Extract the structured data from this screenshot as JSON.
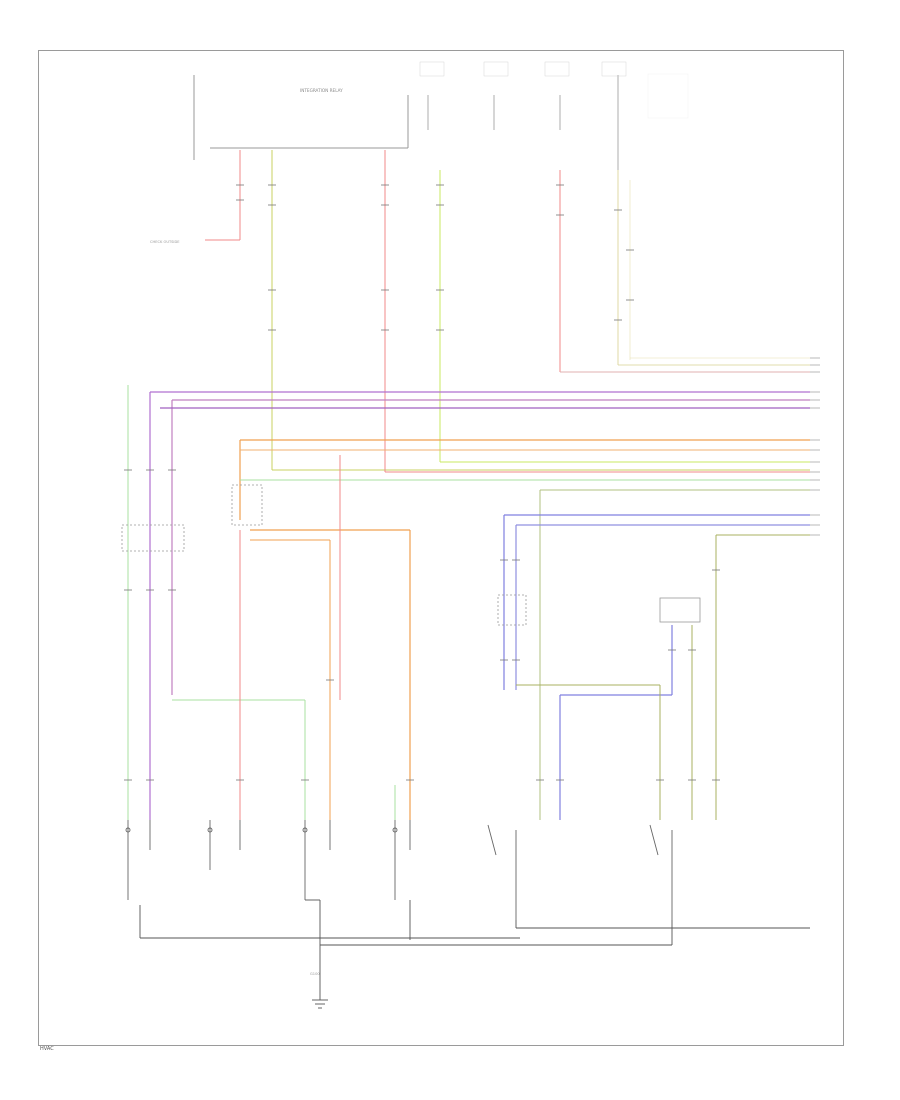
{
  "colors": {
    "red": "#f08a8a",
    "green": "#a8e0a0",
    "yellow_green": "#c8e860",
    "purple": "#b070d0",
    "magenta": "#c080c0",
    "orange": "#f0a050",
    "blue": "#8080e0",
    "olive": "#a8b060",
    "tan": "#e0d090",
    "gray": "#9a9a9a",
    "black": "#333333"
  },
  "labels": {
    "top_module": "INTEGRATION RELAY",
    "ground_label": "G100",
    "left_ground_note": "CHECK OUTSIDE",
    "footer_code": "HVAC"
  }
}
